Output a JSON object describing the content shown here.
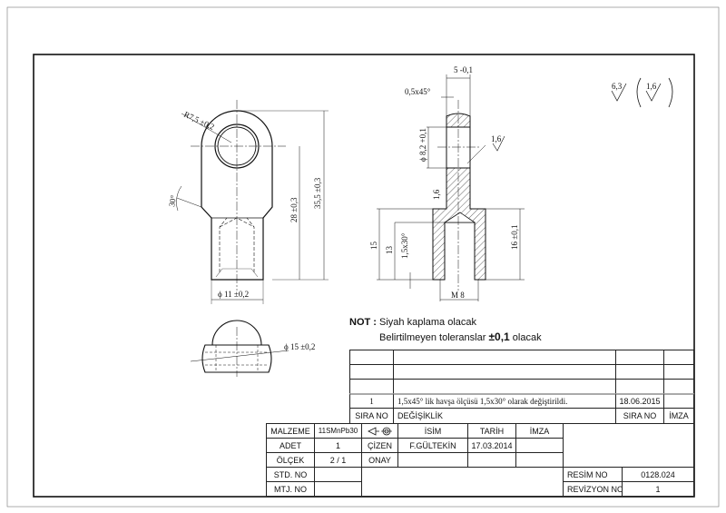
{
  "dimensions": {
    "radius": "R7,5 ±0,2",
    "angle": "30°",
    "height_28": "28 ±0,3",
    "height_35": "35,5 ±0,3",
    "dia_11": "ϕ 11 ±0,2",
    "dia_15": "ϕ 15 ±0,2",
    "width_5": "5 -0,1",
    "chamfer_top": "0,5x45°",
    "dia_8_2": "ϕ 8,2 +0,1",
    "rough_hole": "1,6",
    "rough_shaft": "1,6",
    "height_15": "15",
    "height_13": "13",
    "chamfer_bottom": "1,5x30°",
    "height_16": "16 ±0,1",
    "thread": "M 8",
    "rough_general": "6,3",
    "rough_paren": "1,6"
  },
  "notes": {
    "label": "NOT :",
    "line1": "Siyah kaplama olacak",
    "line2_a": "Belirtilmeyen toleranslar",
    "line2_b": "±0,1",
    "line2_c": "olacak"
  },
  "revisions": {
    "rows": [
      {
        "no": "1",
        "change": "1,5x45° lik havşa ölçüsü 1,5x30° olarak değiştirildi.",
        "date": "18.06.2015",
        "sign": ""
      }
    ],
    "headers": {
      "no": "SIRA NO",
      "change": "DEĞİŞİKLİK",
      "date": "SIRA NO",
      "sign": "İMZA"
    }
  },
  "title_block": {
    "material_label": "MALZEME",
    "material": "11SMnPb30",
    "qty_label": "ADET",
    "qty": "1",
    "scale_label": "ÖLÇEK",
    "scale": "2 / 1",
    "std_label": "STD. NO",
    "mtj_label": "MTJ. NO",
    "name_header": "İSİM",
    "date_header": "TARİH",
    "sign_header": "İMZA",
    "drawn_label": "ÇİZEN",
    "drawn_name": "F.GÜLTEKİN",
    "drawn_date": "17.03.2014",
    "approved_label": "ONAY",
    "drawing_no_label": "RESİM NO",
    "drawing_no": "0128.024",
    "revision_no_label": "REVİZYON NO",
    "revision_no": "1"
  }
}
